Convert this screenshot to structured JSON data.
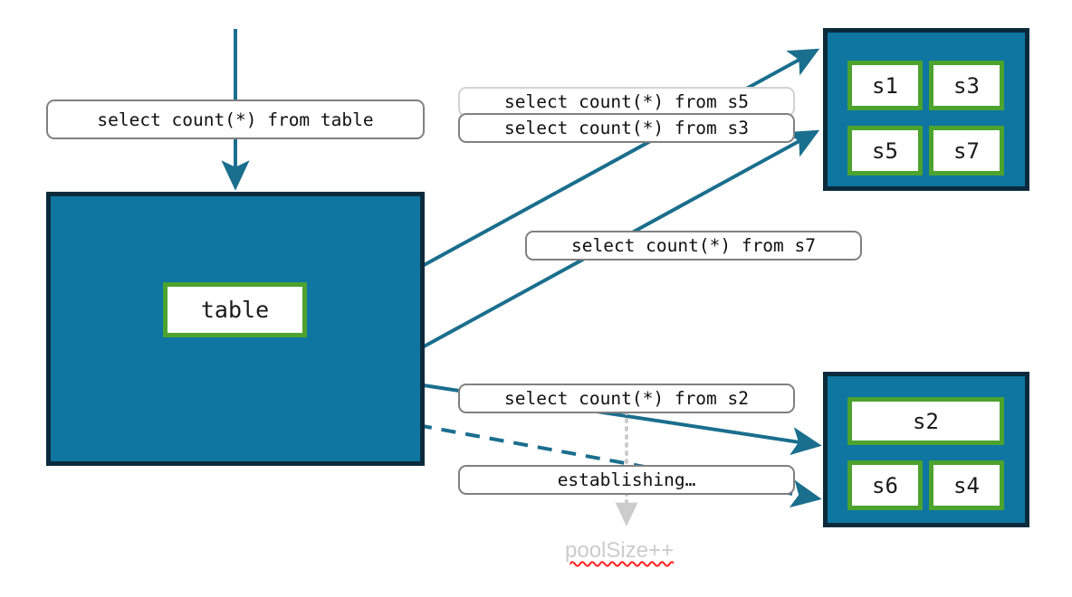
{
  "diagram": {
    "title": "connection pool select count query diagram",
    "colors": {
      "pool_fill": "#0E76A0",
      "pool_border": "#0B2B3C",
      "node_border": "#4CA32E",
      "node_fill": "#FFFFFF",
      "edge": "#1A6E8E",
      "label_border": "#808080",
      "label_border_faded": "#D2D2D2",
      "annotation_text": "#CCCCCC",
      "annotation_underline": "#FF2222",
      "dotted_guide": "#CCCCCC"
    },
    "main_table_pool": {
      "node_label": "table"
    },
    "top_pool": {
      "nodes": [
        {
          "label": "s1"
        },
        {
          "label": "s3"
        },
        {
          "label": "s5"
        },
        {
          "label": "s7"
        }
      ]
    },
    "bottom_pool": {
      "nodes": [
        {
          "label": "s2"
        },
        {
          "label": "s6"
        },
        {
          "label": "s4"
        }
      ]
    },
    "messages": [
      {
        "id": "from-table",
        "text": "select count(*) from table",
        "state": "active"
      },
      {
        "id": "from-s5",
        "text": "select count(*) from s5",
        "state": "faded"
      },
      {
        "id": "from-s3",
        "text": "select count(*) from s3",
        "state": "active"
      },
      {
        "id": "from-s7",
        "text": "select count(*) from s7",
        "state": "active"
      },
      {
        "id": "from-s2",
        "text": "select count(*) from s2",
        "state": "active"
      },
      {
        "id": "establishing",
        "text": "establishing…",
        "state": "active"
      }
    ],
    "annotation": {
      "text": "poolSize++"
    }
  }
}
